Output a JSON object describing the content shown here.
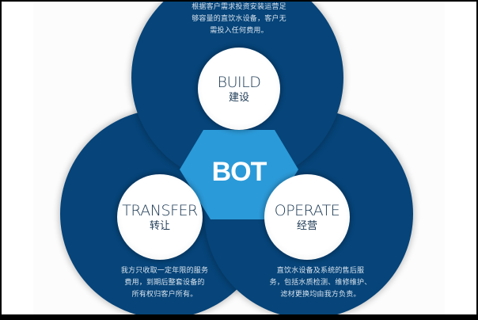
{
  "center": {
    "label": "BOT"
  },
  "stages": [
    {
      "key": "build",
      "title_en": "BUILD",
      "title_zh": "建设",
      "desc_lines": [
        "根据客户需求投资安装运营足",
        "够容量的直饮水设备，客户无",
        "需投入任何费用。"
      ]
    },
    {
      "key": "transfer",
      "title_en": "TRANSFER",
      "title_zh": "转让",
      "desc_lines": [
        "我方只收取一定年限的服务",
        "费用，到期后整套设备的",
        "所有权归客户所有。"
      ]
    },
    {
      "key": "operate",
      "title_en": "OPERATE",
      "title_zh": "经营",
      "desc_lines": [
        "直饮水设备及系统的售后服",
        "务，包括水质检测、维修维护、",
        "滤材更换均由我方负责。"
      ]
    }
  ],
  "colors": {
    "navy": "#064479",
    "center_blue": "#2b9ad8",
    "text_dark": "#1c3954",
    "desc_text": "#d8e3ee",
    "border": "#000000"
  }
}
